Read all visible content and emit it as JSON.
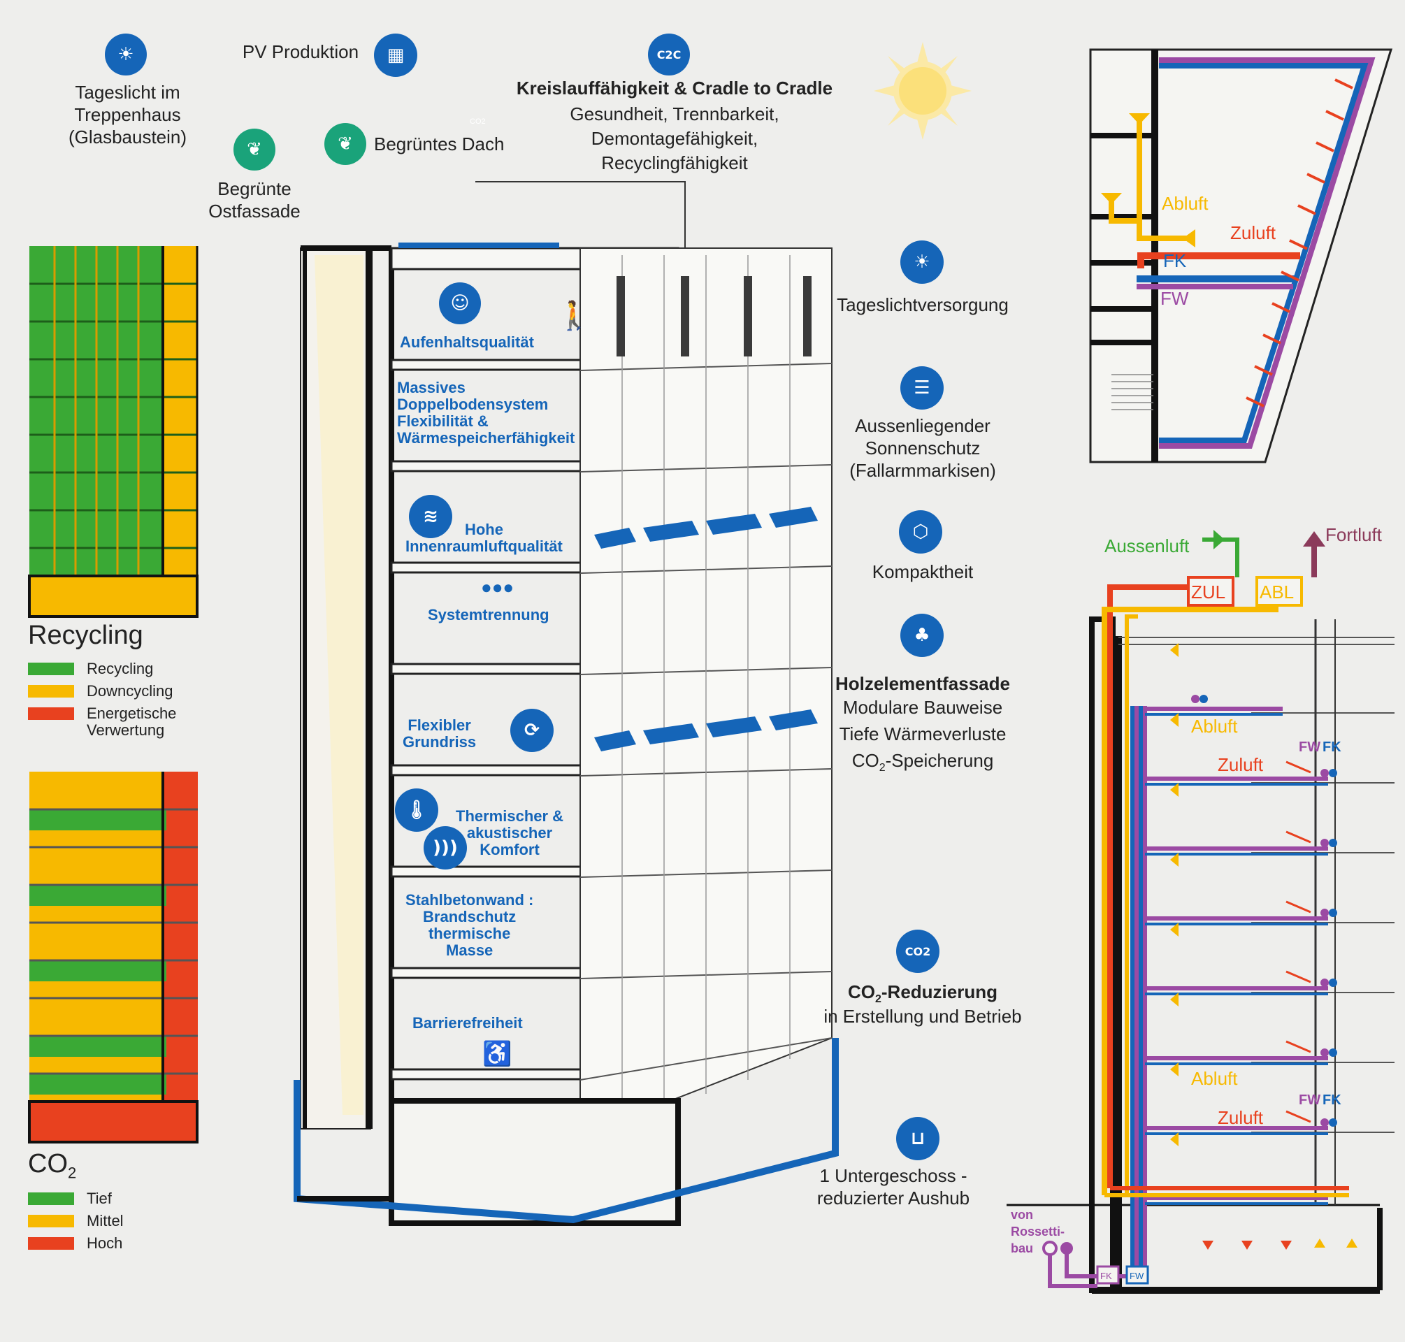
{
  "top": {
    "daylight_stair": "Tageslicht im\nTreppenhaus\n(Glasbaustein)",
    "pv": "PV Produktion",
    "green_facade": "Begrünte\nOstfassade",
    "green_roof": "Begrüntes Dach",
    "c2c_badge": "C2C",
    "c2c_title": "Kreislauffähigkeit & Cradle to Cradle",
    "c2c_text": "Gesundheit, Trennbarkeit,\nDemontagefähigkeit,\nRecyclingfähigkeit",
    "co2_small": "CO2"
  },
  "right_labels": {
    "daylight_supply": "Tageslichtversorgung",
    "sun_shading": "Aussenliegender\nSonnenschutz\n(Fallarmmarkisen)",
    "compactness": "Kompaktheit",
    "wood_title": "Holzelementfassade",
    "wood_text1": "Modulare Bauweise",
    "wood_text2": "Tiefe Wärmeverluste",
    "wood_text3_pre": "CO",
    "wood_text3_sub": "2",
    "wood_text3_post": "-Speicherung",
    "co2_badge": "CO2",
    "co2_title_pre": "CO",
    "co2_title_sub": "2",
    "co2_title_post": "-Reduzierung",
    "co2_text": "in Erstellung und Betrieb",
    "basement": "1 Untergeschoss -\nreduzierter Aushub"
  },
  "building_labels": {
    "quality": "Aufenhaltsqualität",
    "floor_system": "Massives\nDoppelbodensystem\nFlexibilität &\nWärmespeicherfähigkeit",
    "air_quality": "Hohe\nInnenraumluftqualität",
    "separation": "Systemtrennung",
    "flex_plan": "Flexibler\nGrundriss",
    "comfort": "Thermischer &\nakustischer\nKomfort",
    "wall": "Stahlbetonwand :\nBrandschutz\nthermische\nMasse",
    "barrier": "Barrierefreiheit"
  },
  "legend_recycling": {
    "title": "Recycling",
    "items": [
      {
        "label": "Recycling",
        "color": "#3aa935"
      },
      {
        "label": "Downcycling",
        "color": "#f7b900"
      },
      {
        "label": "Energetische\nVerwertung",
        "color": "#e8411f"
      }
    ]
  },
  "legend_co2": {
    "title_pre": "CO",
    "title_sub": "2",
    "items": [
      {
        "label": "Tief",
        "color": "#3aa935"
      },
      {
        "label": "Mittel",
        "color": "#f7b900"
      },
      {
        "label": "Hoch",
        "color": "#e8411f"
      }
    ]
  },
  "plan": {
    "abluft": "Abluft",
    "zuluft": "Zuluft",
    "fk": "FK",
    "fw": "FW"
  },
  "section": {
    "aussenluft": "Aussenluft",
    "fortluft": "Fortluft",
    "zul": "ZUL",
    "abl": "ABL",
    "abluft": "Abluft",
    "zuluft": "Zuluft",
    "fw": "FW",
    "fk": "FK",
    "von": "von\nRossetti-\nbau"
  },
  "colors": {
    "blue": "#1565b8",
    "green": "#3aa935",
    "yellow": "#f7b900",
    "red": "#e8411f",
    "purple": "#9b4aa3",
    "teal": "#1aa37a"
  }
}
